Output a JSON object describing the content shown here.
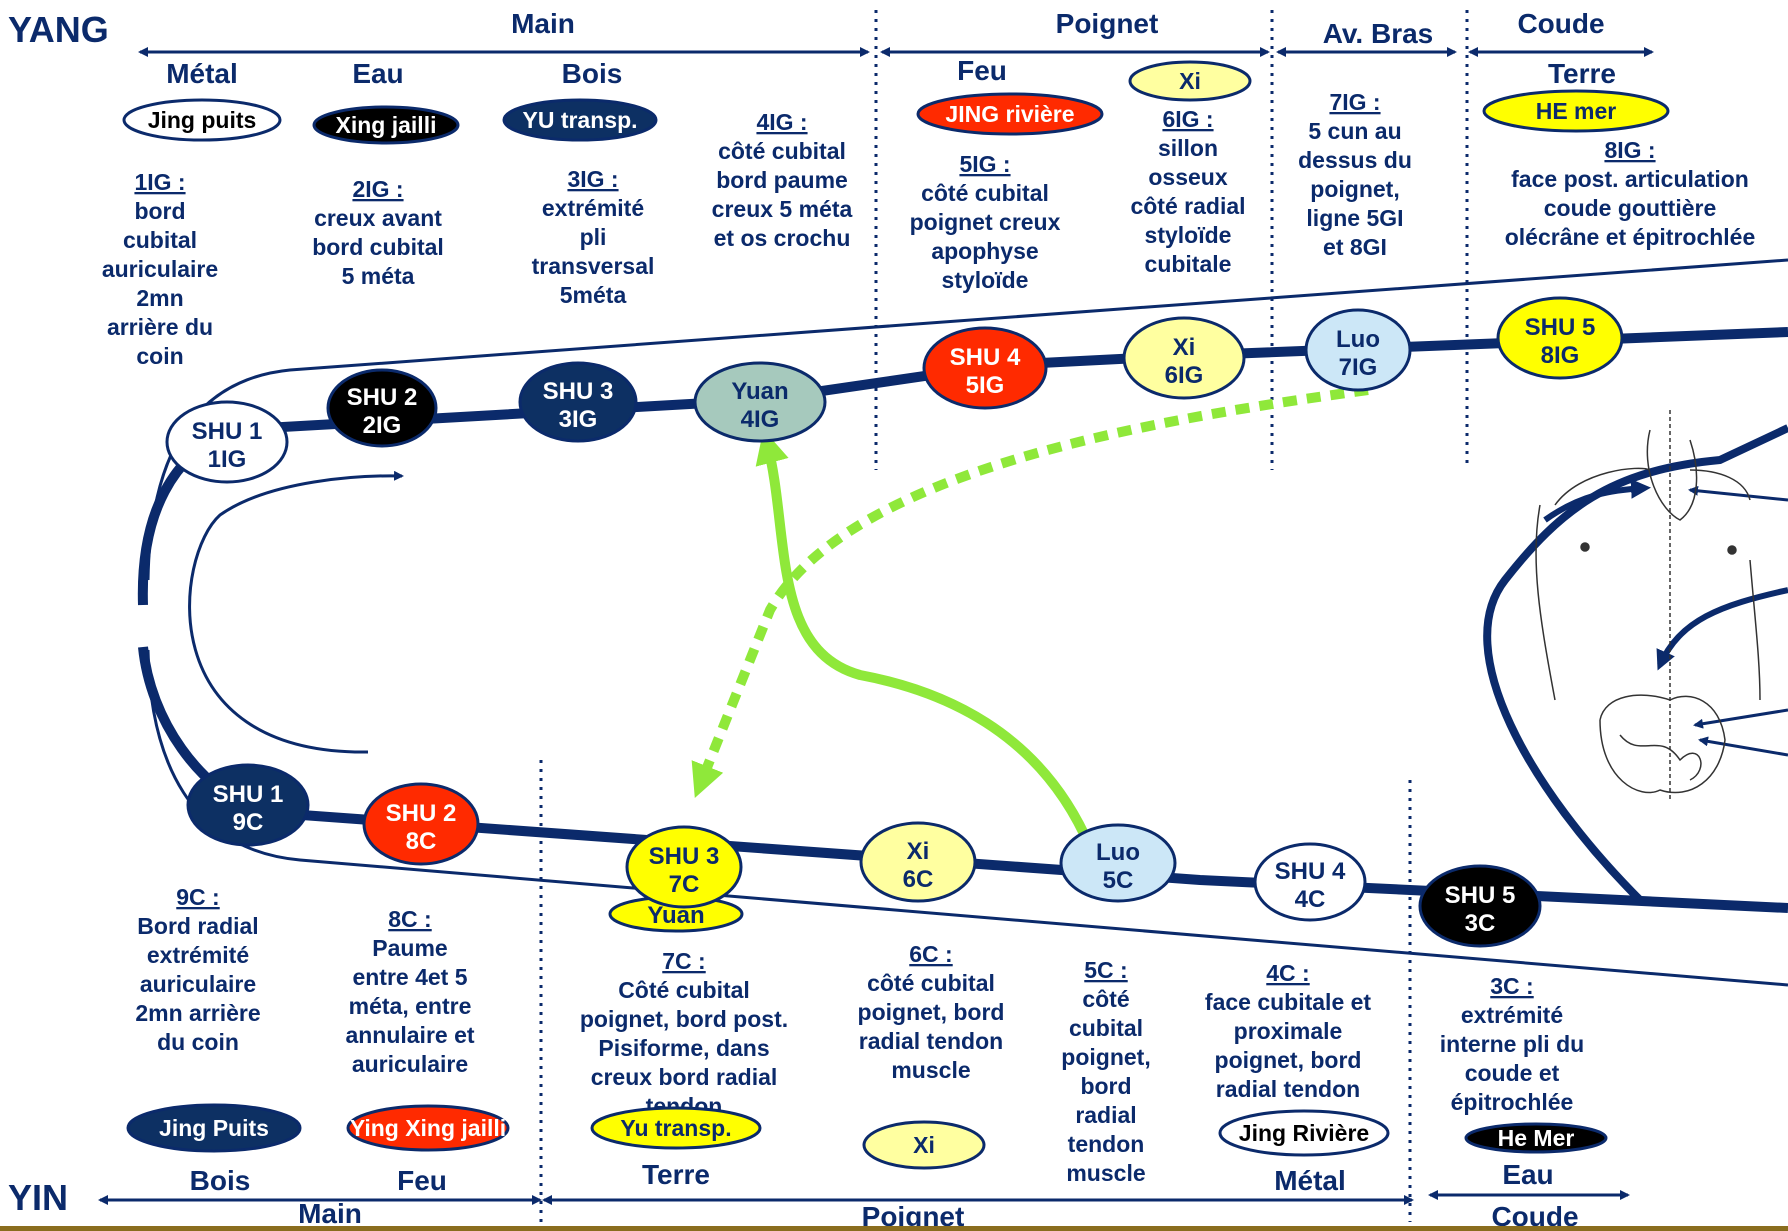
{
  "yang": {
    "label": "YANG",
    "sections": [
      "Main",
      "Poignet",
      "Av. Bras",
      "Coude"
    ],
    "elements": [
      "Métal",
      "Eau",
      "Bois",
      "Feu",
      "Terre"
    ],
    "types": [
      {
        "text": "Jing puits",
        "bg": "#ffffff",
        "fg": "#000000"
      },
      {
        "text": "Xing jailli",
        "bg": "#000000",
        "fg": "#ffffff"
      },
      {
        "text": "YU transp.",
        "bg": "#0d3063",
        "fg": "#ffffff"
      },
      {
        "text": "JING rivière",
        "bg": "#ff2a00",
        "fg": "#ffffff"
      },
      {
        "text": "Xi",
        "bg": "#ffffa0",
        "fg": "#0b2a6b"
      },
      {
        "text": "HE mer",
        "bg": "#ffff00",
        "fg": "#0b2a6b"
      }
    ],
    "descriptions": [
      {
        "title": "1IG :",
        "lines": [
          "bord",
          "cubital",
          "auriculaire",
          "2mn",
          "arrière du",
          "coin"
        ]
      },
      {
        "title": "2IG :",
        "lines": [
          "creux avant",
          "bord cubital",
          "5 méta"
        ]
      },
      {
        "title": "3IG :",
        "lines": [
          "extrémité",
          "pli",
          "transversal",
          "5méta"
        ]
      },
      {
        "title": "4IG :",
        "lines": [
          "côté cubital",
          "bord paume",
          "creux 5 méta",
          "et os crochu"
        ]
      },
      {
        "title": "5IG :",
        "lines": [
          "côté cubital",
          "poignet creux",
          "apophyse",
          "styloïde"
        ]
      },
      {
        "title": "6IG :",
        "lines": [
          "sillon",
          "osseux",
          "côté radial",
          "styloïde",
          "cubitale"
        ]
      },
      {
        "title": "7IG :",
        "lines": [
          "5 cun au",
          "dessus du",
          "poignet,",
          "ligne 5GI",
          "et 8GI"
        ]
      },
      {
        "title": "8IG :",
        "lines": [
          "face post. articulation",
          "coude gouttière",
          "olécrâne et épitrochlée"
        ]
      }
    ],
    "points": [
      {
        "l1": "SHU 1",
        "l2": "1IG",
        "bg": "#ffffff",
        "fg": "#0b2a6b"
      },
      {
        "l1": "SHU 2",
        "l2": "2IG",
        "bg": "#000000",
        "fg": "#ffffff"
      },
      {
        "l1": "SHU 3",
        "l2": "3IG",
        "bg": "#0d3063",
        "fg": "#ffffff"
      },
      {
        "l1": "Yuan",
        "l2": "4IG",
        "bg": "#a6c9bd",
        "fg": "#0b2a6b"
      },
      {
        "l1": "SHU 4",
        "l2": "5IG",
        "bg": "#ff2a00",
        "fg": "#ffffff"
      },
      {
        "l1": "Xi",
        "l2": "6IG",
        "bg": "#ffffa0",
        "fg": "#0b2a6b"
      },
      {
        "l1": "Luo",
        "l2": "7IG",
        "bg": "#cce7f7",
        "fg": "#0b2a6b"
      },
      {
        "l1": "SHU 5",
        "l2": "8IG",
        "bg": "#ffff00",
        "fg": "#0b2a6b"
      }
    ]
  },
  "yin": {
    "label": "YIN",
    "sections": [
      "Main",
      "Poignet",
      "Coude"
    ],
    "elements": [
      "Bois",
      "Feu",
      "Terre",
      "Métal",
      "Eau"
    ],
    "points": [
      {
        "l1": "SHU 1",
        "l2": "9C",
        "bg": "#0d3063",
        "fg": "#ffffff"
      },
      {
        "l1": "SHU 2",
        "l2": "8C",
        "bg": "#ff2a00",
        "fg": "#ffffff"
      },
      {
        "l1": "SHU 3",
        "l2": "7C",
        "bg": "#ffff00",
        "fg": "#0b2a6b"
      },
      {
        "l1": "Xi",
        "l2": "6C",
        "bg": "#ffffa0",
        "fg": "#0b2a6b"
      },
      {
        "l1": "Luo",
        "l2": "5C",
        "bg": "#cce7f7",
        "fg": "#0b2a6b"
      },
      {
        "l1": "SHU 4",
        "l2": "4C",
        "bg": "#ffffff",
        "fg": "#0b2a6b"
      },
      {
        "l1": "SHU 5",
        "l2": "3C",
        "bg": "#000000",
        "fg": "#ffffff"
      }
    ],
    "yuan_label": "Yuan",
    "descriptions": [
      {
        "title": "9C :",
        "lines": [
          "Bord radial",
          "extrémité",
          "auriculaire",
          "2mn arrière",
          "du coin"
        ]
      },
      {
        "title": "8C :",
        "lines": [
          "Paume",
          "entre 4et 5",
          "méta, entre",
          "annulaire et",
          "auriculaire"
        ]
      },
      {
        "title": "7C :",
        "lines": [
          "Côté cubital",
          "poignet, bord post.",
          "Pisiforme, dans",
          "creux bord radial",
          "tendon"
        ]
      },
      {
        "title": "6C :",
        "lines": [
          "côté cubital",
          "poignet, bord",
          "radial tendon",
          "muscle"
        ]
      },
      {
        "title": "5C :",
        "lines": [
          "côté",
          "cubital",
          "poignet,",
          "bord",
          "radial",
          "tendon",
          "muscle"
        ]
      },
      {
        "title": "4C :",
        "lines": [
          "face cubitale et",
          "proximale",
          "poignet, bord",
          "radial tendon"
        ]
      },
      {
        "title": "3C :",
        "lines": [
          "extrémité",
          "interne pli du",
          "coude et",
          "épitrochlée"
        ]
      }
    ],
    "types": [
      {
        "text": "Jing Puits",
        "bg": "#0d3063",
        "fg": "#ffffff"
      },
      {
        "text": "Ying Xing  jailli",
        "bg": "#ff2a00",
        "fg": "#ffffff"
      },
      {
        "text": "Yu transp.",
        "bg": "#ffff00",
        "fg": "#0b2a6b"
      },
      {
        "text": "Xi",
        "bg": "#ffffa0",
        "fg": "#0b2a6b"
      },
      {
        "text": "Jing Rivière",
        "bg": "#ffffff",
        "fg": "#000000"
      },
      {
        "text": "He Mer",
        "bg": "#000000",
        "fg": "#ffffff"
      }
    ]
  },
  "colors": {
    "meridian": "#0b2a6b",
    "connection": "#8fe83a",
    "bottom_bar": "#8a6d1e"
  }
}
